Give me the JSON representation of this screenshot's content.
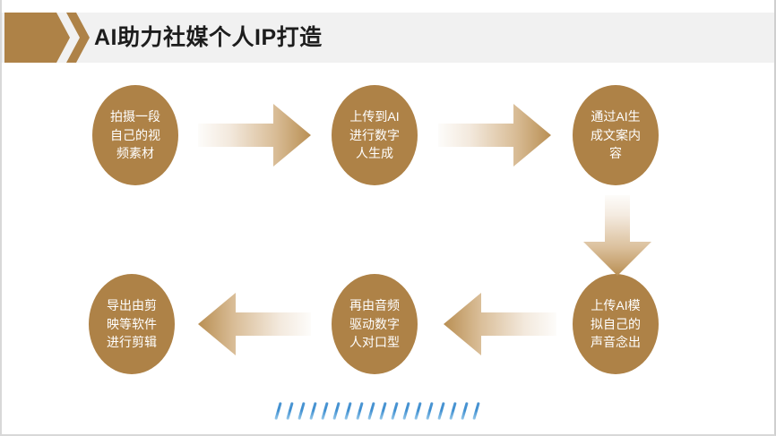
{
  "slide": {
    "title": "AI助力社媒个人IP打造",
    "background_color": "#ffffff",
    "header_band_color": "#f1f1f1",
    "accent_color": "#ae8247",
    "node_text_color": "#ffffff",
    "tick_color": "#2f86cd"
  },
  "diagram": {
    "type": "cyclic-process-flow",
    "node_count": 6,
    "nodes": [
      {
        "id": "node-1",
        "order": 1,
        "label": "拍摄一段\n自己的视\n频素材",
        "plain": "拍摄一段自己的视频素材"
      },
      {
        "id": "node-2",
        "order": 2,
        "label": "上传到AI\n进行数字\n人生成",
        "plain": "上传到AI进行数字人生成"
      },
      {
        "id": "node-3",
        "order": 3,
        "label": "通过AI生\n成文案内\n容",
        "plain": "通过AI生成文案内容"
      },
      {
        "id": "node-4",
        "order": 4,
        "label": "上传AI模\n拟自己的\n声音念出",
        "plain": "上传AI模拟自己的声音念出"
      },
      {
        "id": "node-5",
        "order": 5,
        "label": "再由音频\n驱动数字\n人对口型",
        "plain": "再由音频驱动数字人对口型"
      },
      {
        "id": "node-6",
        "order": 6,
        "label": "导出由剪\n映等软件\n进行剪辑",
        "plain": "导出由剪映等软件进行剪辑"
      }
    ],
    "connectors": [
      {
        "id": "arrow-a",
        "from": "node-1",
        "to": "node-2",
        "direction": "right"
      },
      {
        "id": "arrow-b",
        "from": "node-2",
        "to": "node-3",
        "direction": "right"
      },
      {
        "id": "arrow-c",
        "from": "node-3",
        "to": "node-4",
        "direction": "down"
      },
      {
        "id": "arrow-d",
        "from": "node-4",
        "to": "node-5",
        "direction": "left"
      },
      {
        "id": "arrow-e",
        "from": "node-5",
        "to": "node-6",
        "direction": "left"
      }
    ],
    "decoration": {
      "name": "slanted-tick-row",
      "tick_count": 18
    }
  }
}
